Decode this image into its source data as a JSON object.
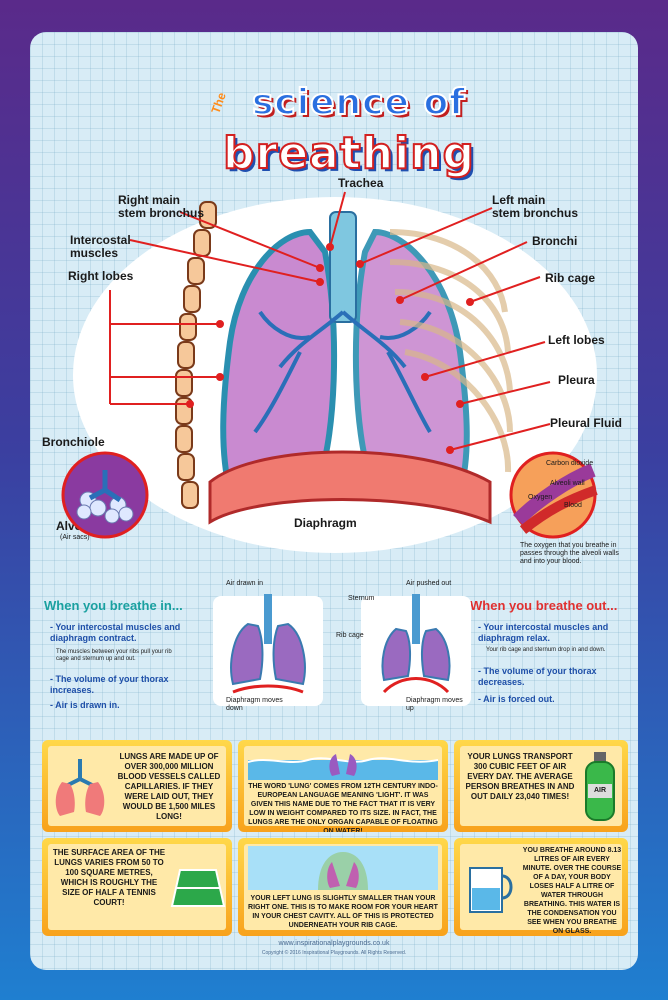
{
  "title": {
    "small": "The",
    "line1": "science of",
    "line2": "breathing"
  },
  "labels": {
    "trachea": "Trachea",
    "right_main_1": "Right main",
    "right_main_2": "stem bronchus",
    "left_main_1": "Left main",
    "left_main_2": "stem bronchus",
    "intercostal_1": "Intercostal",
    "intercostal_2": "muscles",
    "bronchi": "Bronchi",
    "right_lobes": "Right lobes",
    "rib_cage": "Rib cage",
    "left_lobes": "Left lobes",
    "pleura": "Pleura",
    "pleural_fluid": "Pleural Fluid",
    "bronchiole": "Bronchiole",
    "alveoli": "Alveoli",
    "air_sacs": "(Air sacs)",
    "diaphragm": "Diaphragm",
    "carbon_dioxide": "Carbon dioxide",
    "alveoli_wall": "Alveoli wall",
    "oxygen": "Oxygen",
    "blood": "Blood",
    "oxygen_caption": "The oxygen that you breathe in passes through the alveoli walls and into your blood."
  },
  "breathe_in": {
    "heading": "When you breathe in...",
    "point1": "- Your intercostal muscles and diaphragm contract.",
    "note": "The muscles between your ribs pull your rib cage and sternum up and out.",
    "point2": "- The volume of your thorax increases.",
    "point3": "- Air is drawn in."
  },
  "breathe_out": {
    "heading": "When you breathe out...",
    "point1": "- Your intercostal muscles and diaphragm relax.",
    "note": "Your rib cage and sternum drop in and down.",
    "point2": "- The volume of your thorax decreases.",
    "point3": "- Air is forced out."
  },
  "diagram_labels": {
    "air_in": "Air drawn in",
    "air_out": "Air pushed out",
    "sternum": "Sternum",
    "rib_cage": "Rib cage",
    "diaphragm_down": "Diaphragm moves down",
    "diaphragm_up": "Diaphragm moves up"
  },
  "facts": {
    "f1": "LUNGS ARE MADE UP OF OVER 300,000 MILLION BLOOD VESSELS CALLED CAPILLARIES. IF THEY WERE LAID OUT, THEY WOULD BE 1,500 MILES LONG!",
    "f2": "THE WORD 'LUNG' COMES FROM 12TH CENTURY INDO-EUROPEAN LANGUAGE MEANING 'LIGHT'. IT WAS GIVEN THIS NAME DUE TO THE FACT THAT IT IS VERY LOW IN WEIGHT COMPARED TO ITS SIZE. IN FACT, THE LUNGS ARE THE ONLY ORGAN CAPABLE OF FLOATING ON WATER!",
    "f3": "YOUR LUNGS TRANSPORT 300 CUBIC FEET OF AIR EVERY DAY. THE AVERAGE PERSON BREATHES IN AND OUT DAILY 23,040 TIMES!",
    "f4": "THE SURFACE AREA OF THE LUNGS VARIES FROM 50 TO 100 SQUARE METRES, WHICH IS ROUGHLY THE SIZE OF HALF A TENNIS COURT!",
    "f5": "YOUR LEFT LUNG IS SLIGHTLY SMALLER THAN YOUR RIGHT ONE. THIS IS TO MAKE ROOM FOR YOUR HEART IN YOUR CHEST CAVITY. ALL OF THIS IS PROTECTED UNDERNEATH YOUR RIB CAGE.",
    "f6": "YOU BREATHE AROUND 8.13 LITRES OF AIR EVERY MINUTE. OVER THE COURSE OF A DAY, YOUR BODY LOSES HALF A LITRE OF WATER THROUGH BREATHING. THIS WATER IS THE CONDENSATION YOU SEE WHEN YOU BREATHE ON GLASS.",
    "air_tank": "AIR"
  },
  "footer": {
    "url": "www.inspirationalplaygrounds.co.uk",
    "copyright": "Copyright © 2016 Inspirational Playgrounds. All Rights Reserved."
  }
}
